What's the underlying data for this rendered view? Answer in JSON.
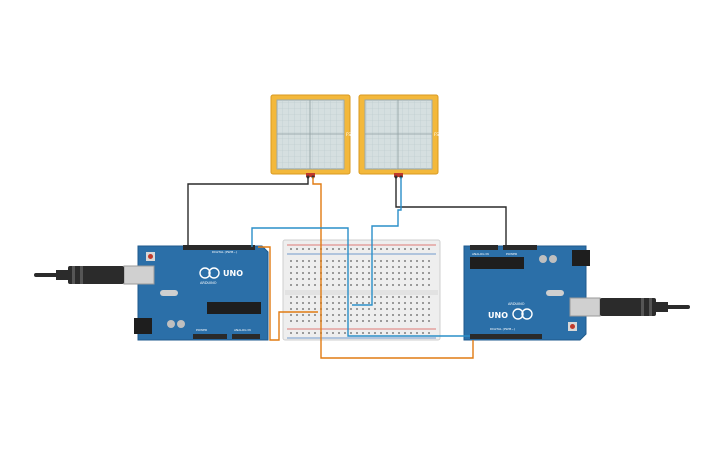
{
  "app": {
    "title": "Circuit workspace"
  },
  "components": {
    "arduino_left": {
      "logo": "UNO",
      "brand": "ARDUINO",
      "digital_label": "DIGITAL (PWM~)",
      "power_label": "POWER",
      "analog_label": "ANALOG IN"
    },
    "arduino_right": {
      "logo": "UNO",
      "brand": "ARDUINO",
      "digital_label": "DIGITAL (PWM~)",
      "power_label": "POWER",
      "analog_label": "ANALOG IN"
    },
    "force_sensor_left": {
      "label": "FSR"
    },
    "force_sensor_right": {
      "label": "FSR"
    },
    "breadboard": {
      "name": "breadboard"
    },
    "usb_left": {
      "name": "usb-cable"
    },
    "usb_right": {
      "name": "usb-cable"
    }
  },
  "colors": {
    "board": "#2b6fa8",
    "board_dark": "#1f5a8c",
    "sensor_frame": "#f3b83b",
    "sensor_face": "#d5dfe0",
    "wire_black": "#2a2a2a",
    "wire_orange": "#e07b12",
    "wire_blue": "#2a8fc9",
    "breadboard": "#eeeeee",
    "rail_red": "#d9534f",
    "rail_blue": "#4a7fc0"
  }
}
